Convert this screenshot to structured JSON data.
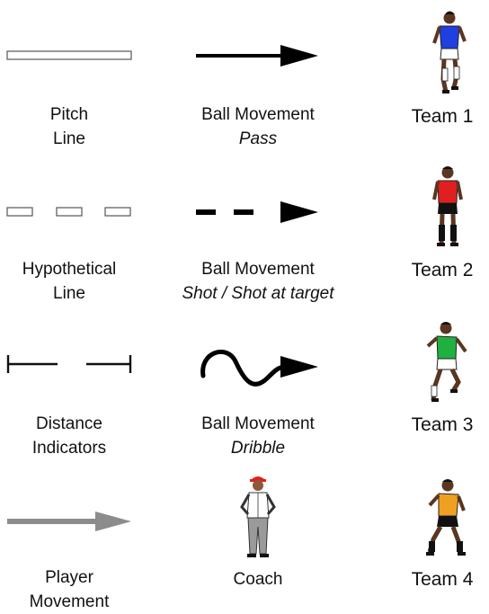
{
  "legend": {
    "pitch_line": {
      "line1": "Pitch",
      "line2": "Line"
    },
    "hypothetical_line": {
      "line1": "Hypothetical",
      "line2": "Line"
    },
    "distance_indicators": {
      "line1": "Distance",
      "line2": "Indicators"
    },
    "player_movement": {
      "line1": "Player",
      "line2": "Movement"
    },
    "ball_pass": {
      "line1": "Ball Movement",
      "line2": "Pass"
    },
    "ball_shot": {
      "line1": "Ball Movement",
      "line2": "Shot / Shot at target"
    },
    "ball_dribble": {
      "line1": "Ball Movement",
      "line2": "Dribble"
    },
    "coach": {
      "line1": "Coach"
    },
    "team1": {
      "label": "Team 1",
      "shirt_color": "#1f3fe0"
    },
    "team2": {
      "label": "Team 2",
      "shirt_color": "#e02020"
    },
    "team3": {
      "label": "Team 3",
      "shirt_color": "#20b040"
    },
    "team4": {
      "label": "Team 4",
      "shirt_color": "#f0a020"
    }
  },
  "colors": {
    "line_stroke": "#555555",
    "arrow": "#000000",
    "player_arrow": "#8c8c8c"
  }
}
